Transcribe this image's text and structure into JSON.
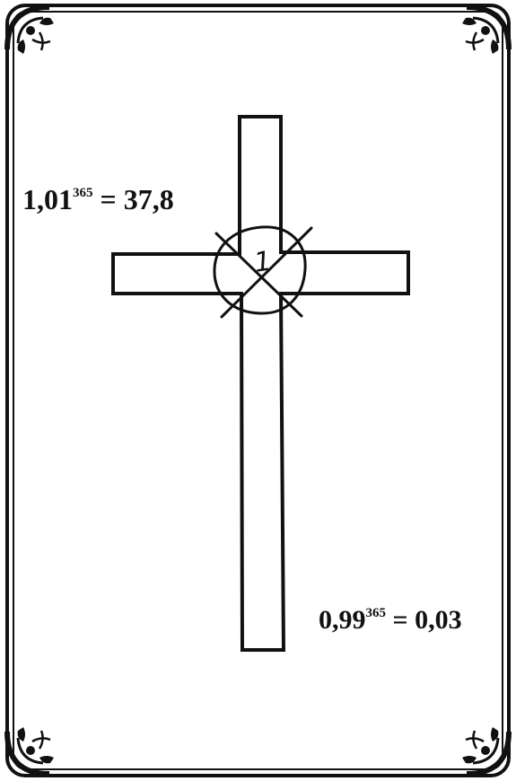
{
  "colors": {
    "ink": "#111111",
    "paper": "#ffffff"
  },
  "formulas": {
    "top": {
      "base": "1,01",
      "exponent": "365",
      "result": " = 37,8"
    },
    "bottom": {
      "base": "0,99",
      "exponent": "365",
      "result": " = 0,03"
    }
  },
  "cross": {
    "center_label": "1"
  },
  "icons": {
    "frame_corners": "fleur-ornament-icon",
    "crossing_out": "x-mark-icon"
  }
}
